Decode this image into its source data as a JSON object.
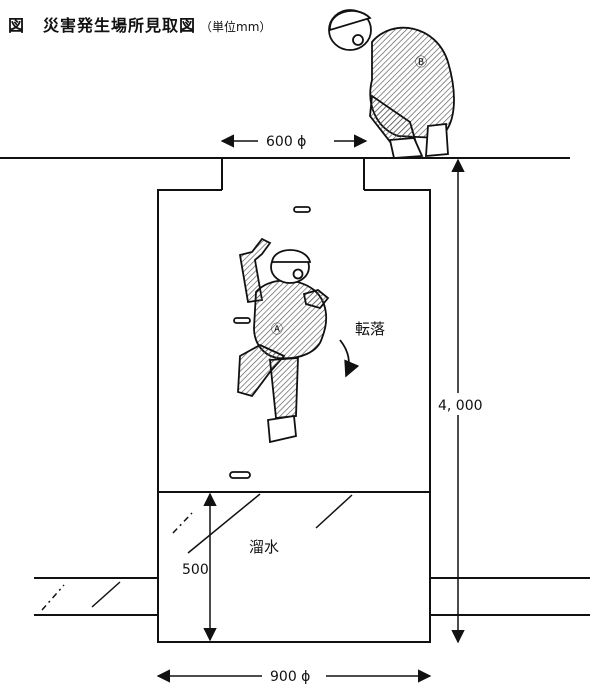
{
  "title": {
    "figure_label": "図",
    "text": "災害発生場所見取図",
    "unit": "（単位mm）"
  },
  "dimensions": {
    "top_opening": "600 ϕ",
    "depth": "4, 000",
    "water_depth": "500",
    "bottom_width": "900 ϕ"
  },
  "labels": {
    "worker_a": "Ⓐ",
    "worker_b": "Ⓑ",
    "fall": "転落",
    "water": "溜水"
  },
  "colors": {
    "ink": "#111111",
    "fill": "#ffffff"
  }
}
